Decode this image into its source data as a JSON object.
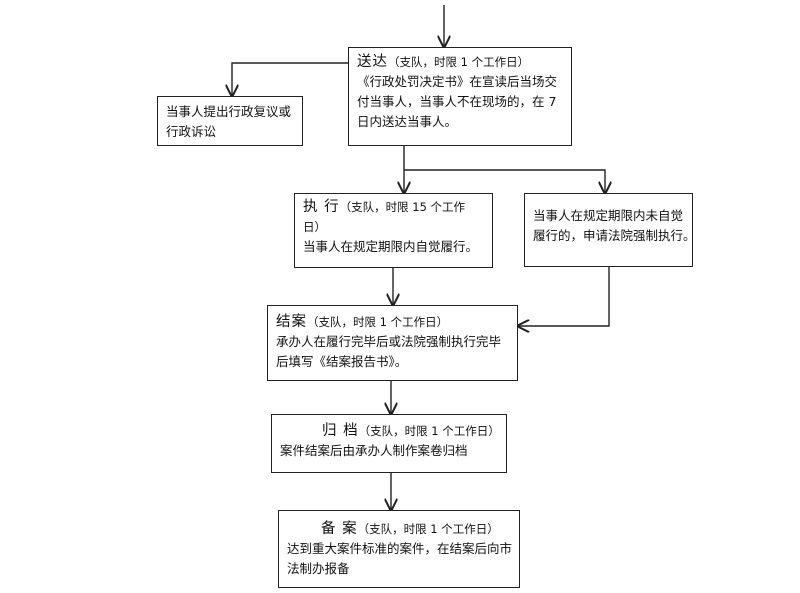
{
  "nodes": {
    "delivery": {
      "title": "送达",
      "note": "（支队，时限 1 个工作日）",
      "lines": [
        "《行政处罚决定书》在宣读后当场交",
        "付当事人，当事人不在现场的，在  7",
        "日内送达当事人。"
      ]
    },
    "appeal": {
      "lines": [
        "当事人提出行政复议或",
        "行政诉讼"
      ]
    },
    "execute": {
      "title": "执  行",
      "note": "（支队，时限 15 个工作",
      "note2": "日）",
      "lines": [
        "当事人在规定期限内自觉履行。"
      ]
    },
    "enforce": {
      "lines": [
        "当事人在规定期限内未自觉",
        "履行的，申请法院强制执行。"
      ]
    },
    "close": {
      "title": "结案",
      "note": "（支队，时限 1 个工作日）",
      "lines": [
        "承办人在履行完毕后或法院强制执行完毕",
        "后填写《结案报告书》。"
      ]
    },
    "archive": {
      "title": "归 档",
      "note": "（支队，时限 1 个工作日）",
      "lines": [
        "案件结案后由承办人制作案卷归档"
      ]
    },
    "record": {
      "title": "备 案",
      "note": "（支队，时限 1 个工作日）",
      "lines": [
        "达到重大案件标准的案件，在结案后向市",
        "法制办报备"
      ]
    }
  },
  "colors": {
    "stroke": "#222222",
    "text": "#111111"
  }
}
